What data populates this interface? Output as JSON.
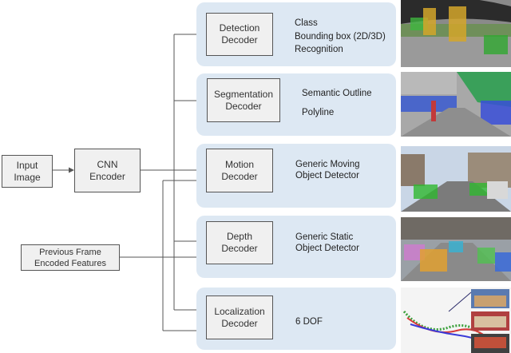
{
  "input": {
    "label": "Input\nImage"
  },
  "encoder": {
    "label": "CNN\nEncoder"
  },
  "previous": {
    "label": "Previous  Frame\nEncoded Features"
  },
  "decoders": [
    {
      "label": "Detection\nDecoder",
      "outputs": [
        "Class",
        "Bounding box (2D/3D)",
        "Recognition"
      ]
    },
    {
      "label": "Segmentation\nDecoder",
      "outputs": [
        "Semantic Outline",
        "Polyline"
      ]
    },
    {
      "label": "Motion\nDecoder",
      "outputs": [
        "Generic Moving\nObject Detector"
      ]
    },
    {
      "label": "Depth\nDecoder",
      "outputs": [
        "Generic Static\nObject Detector"
      ]
    },
    {
      "label": "Localization\nDecoder",
      "outputs": [
        "6 DOF"
      ]
    }
  ],
  "colors": {
    "panel": "#dde8f3",
    "box_fill": "#f0f0f0",
    "box_border": "#555555",
    "wire": "#555555"
  }
}
